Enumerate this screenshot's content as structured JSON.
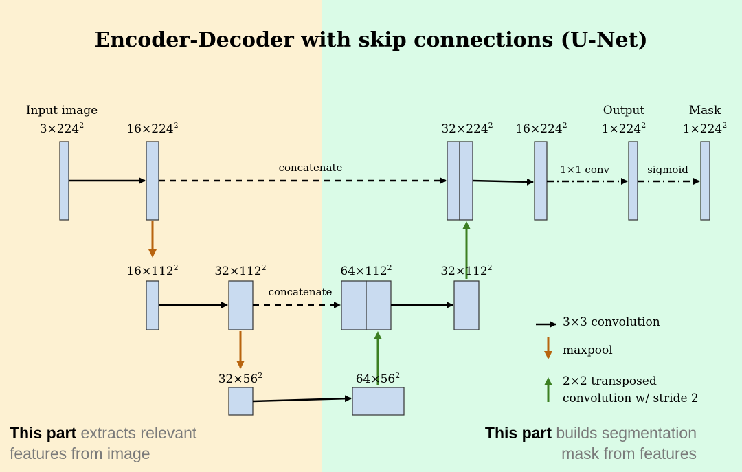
{
  "title": "Encoder-Decoder with skip connections (U-Net)",
  "colors": {
    "encoder_bg": "#fdf1d2",
    "decoder_bg": "#dafbe7",
    "block_fill": "#c9dbf0",
    "conv_arrow": "#000000",
    "maxpool_arrow": "#b8640f",
    "upconv_arrow": "#3c7f22"
  },
  "labels": {
    "input_image": "Input image",
    "output": "Output",
    "mask": "Mask",
    "concatenate_top": "concatenate",
    "concatenate_mid": "concatenate",
    "conv1x1": "1×1 conv",
    "sigmoid": "sigmoid"
  },
  "shapes": {
    "in": "3×224",
    "e1": "16×224",
    "d1cat": "32×224",
    "d1": "16×224",
    "out": "1×224",
    "mask": "1×224",
    "e2a": "16×112",
    "e2b": "32×112",
    "d2cat": "64×112",
    "d2": "32×112",
    "e3": "32×56",
    "up3": "64×56"
  },
  "legend": {
    "conv": "3×3 convolution",
    "maxpool": "maxpool",
    "upconv_line1": "2×2 transposed",
    "upconv_line2": "convolution w/ stride 2"
  },
  "notes": {
    "left_bold": "This part",
    "left_rest": " extracts relevant",
    "left_line2": "features from image",
    "right_bold": "This part",
    "right_rest": " builds segmentation",
    "right_line2": "mask from features"
  }
}
